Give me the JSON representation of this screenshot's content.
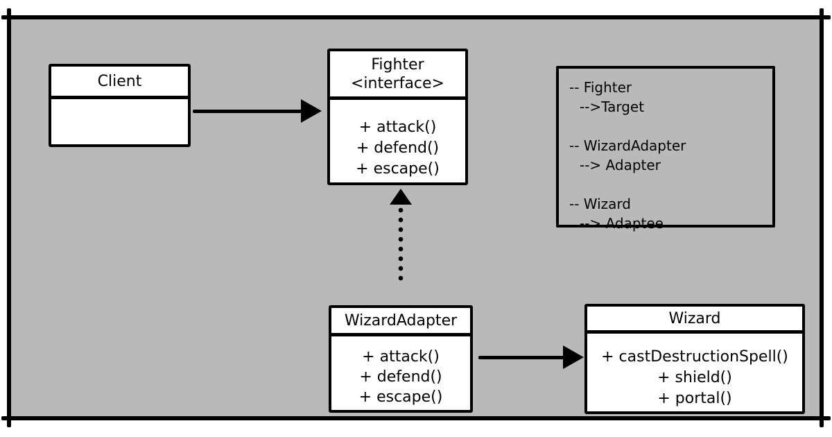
{
  "palette": {
    "canvas_bg": "#ffffff",
    "diagram_bg": "#b9b9b9",
    "line_color": "#000000",
    "box_bg": "#ffffff"
  },
  "classes": {
    "client": {
      "name": "Client",
      "methods": []
    },
    "fighter": {
      "name": "Fighter",
      "stereotype": "<interface>",
      "methods": [
        "+ attack()",
        "+ defend()",
        "+ escape()"
      ]
    },
    "wizardAdapter": {
      "name": "WizardAdapter",
      "methods": [
        "+ attack()",
        "+ defend()",
        "+ escape()"
      ]
    },
    "wizard": {
      "name": "Wizard",
      "methods": [
        "+ castDestructionSpell()",
        "+ shield()",
        "+ portal()"
      ]
    }
  },
  "legend": {
    "entries": [
      {
        "item": "-- Fighter",
        "role": "-->Target"
      },
      {
        "item": "-- WizardAdapter",
        "role": "--> Adapter"
      },
      {
        "item": "-- Wizard",
        "role": "--> Adaptee"
      }
    ]
  },
  "relations": [
    {
      "from": "Client",
      "to": "Fighter",
      "style": "solid-arrow"
    },
    {
      "from": "WizardAdapter",
      "to": "Fighter",
      "style": "dotted-arrow"
    },
    {
      "from": "WizardAdapter",
      "to": "Wizard",
      "style": "solid-arrow"
    }
  ]
}
